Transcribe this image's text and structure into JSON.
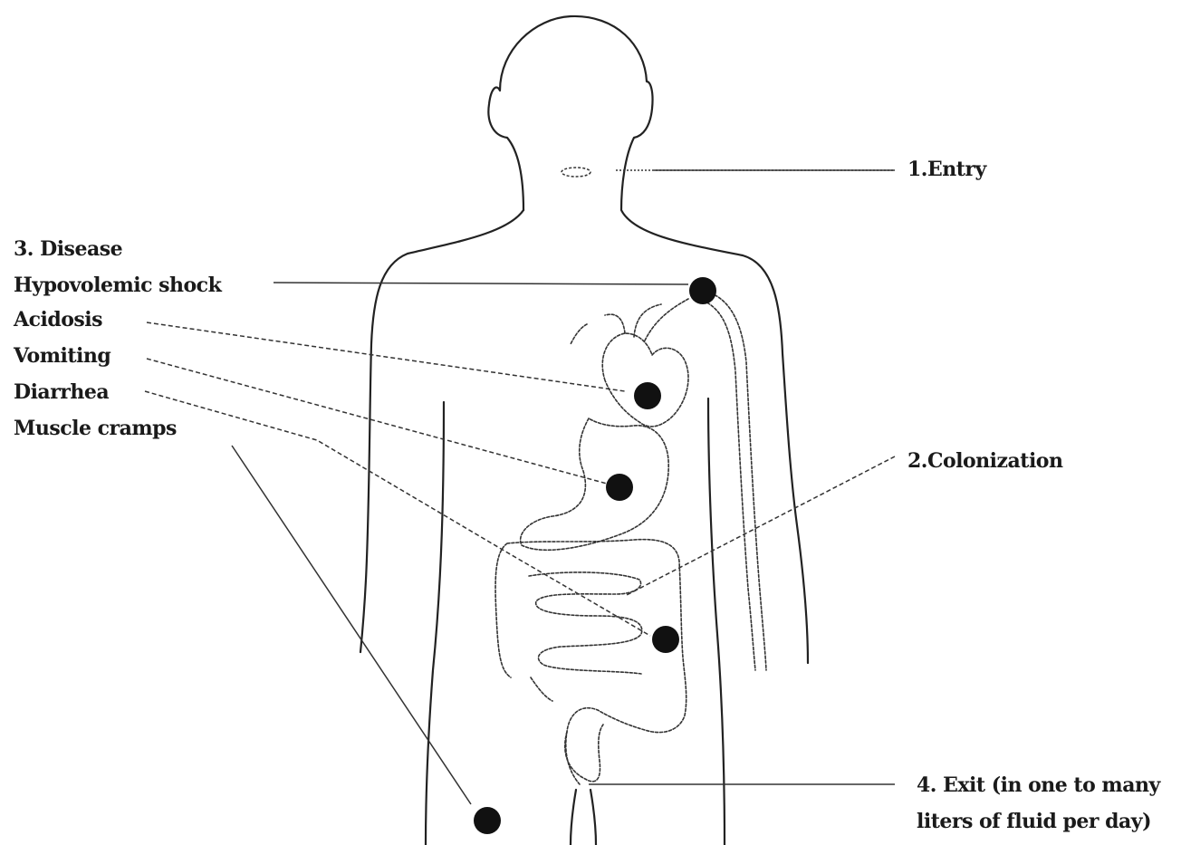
{
  "labels": {
    "entry": "1.Entry",
    "colonization": "2.Colonization",
    "disease_title": "3. Disease",
    "symptom_shock": "Hypovolemic shock",
    "symptom_acidosis": "Acidosis",
    "symptom_vomiting": "Vomiting",
    "symptom_diarrhea": "Diarrhea",
    "symptom_cramps": "Muscle cramps",
    "exit_line1": "4. Exit (in one to many",
    "exit_line2": "liters of fluid per day)"
  },
  "colors": {
    "ink": "#1a1a1a",
    "marker": "#111111",
    "background": "#ffffff"
  }
}
